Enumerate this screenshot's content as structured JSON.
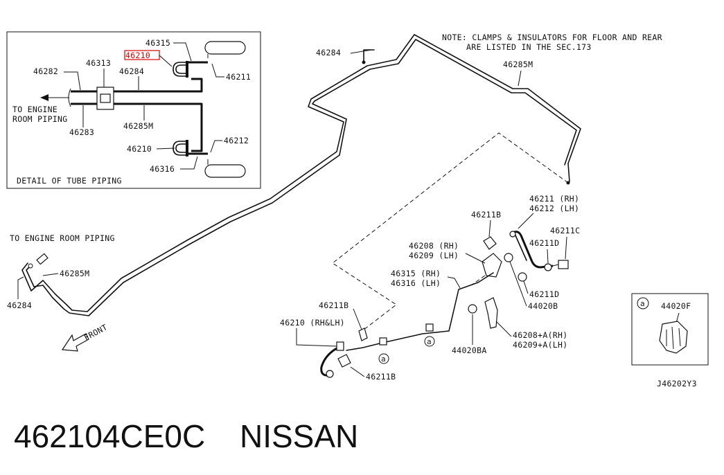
{
  "detail": {
    "title": "DETAIL OF TUBE PIPING",
    "to_engine_l1": "TO ENGINE",
    "to_engine_l2": "ROOM PIPING",
    "labels": {
      "p46315": "46315",
      "p46210d": "46210",
      "p46313": "46313",
      "p46282": "46282",
      "p46284": "46284",
      "p46211": "46211",
      "p46283": "46283",
      "p46285m": "46285M",
      "p46210b": "46210",
      "p46212": "46212",
      "p46316": "46316"
    }
  },
  "note": {
    "line1": "NOTE: CLAMPS & INSULATORS FOR FLOOR AND REAR",
    "line2": "ARE LISTED IN THE SEC.173"
  },
  "main_labels": {
    "top_46284": "46284",
    "top_46285m": "46285M",
    "to_engine": "TO ENGINE ROOM PIPING",
    "left_46285m": "46285M",
    "left_46284": "46284",
    "front": "FRONT",
    "rh_46211": "46211 (RH)",
    "rh_46212": "46212 (LH)",
    "p46211b_top": "46211B",
    "p46211c": "46211C",
    "p46211d_1": "46211D",
    "p46208": "46208 (RH)",
    "p46209": "46209 (LH)",
    "p46315": "46315 (RH)",
    "p46316": "46316 (LH)",
    "p46211d_2": "46211D",
    "p44020b": "44020B",
    "p46211b_mid": "46211B",
    "p46210": "46210 (RH&LH)",
    "p46208a": "46208+A(RH)",
    "p46209a": "46209+A(LH)",
    "p44020ba": "44020BA",
    "p46211b_bot": "46211B",
    "inset_44020f": "44020F",
    "circle_a": "a",
    "diagram_code": "J46202Y3"
  },
  "caption": {
    "part_number": "462104CE0C",
    "brand": "NISSAN"
  }
}
